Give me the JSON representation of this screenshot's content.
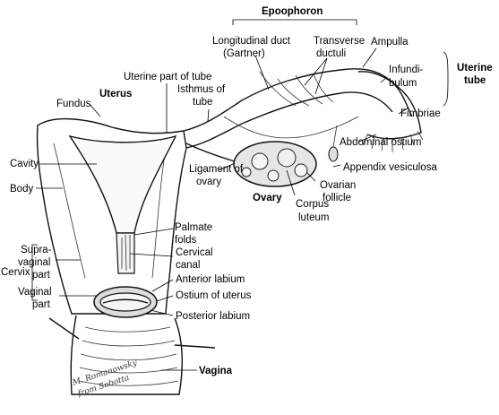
{
  "labels": {
    "epoophoron": "Epoophoron",
    "longitudinal_duct": "Longitudinal duct",
    "gartner": "(Gartner)",
    "transverse": "Transverse",
    "ductuli": "ductuli",
    "ampulla": "Ampulla",
    "infundi": "Infundi-",
    "bulum": "bulum",
    "uterine_tube_1": "Uterine",
    "uterine_tube_2": "tube",
    "fimbriae": "Fimbriae",
    "uterine_part_of_tube": "Uterine part of tube",
    "isthmus_1": "Isthmus of",
    "isthmus_2": "tube",
    "fundus": "Fundus",
    "uterus": "Uterus",
    "abdominal_ostium": "Abdominal ostium",
    "appendix_vesiculosa": "Appendix vesiculosa",
    "cavity": "Cavity",
    "body": "Body",
    "ligament_1": "Ligament of",
    "ligament_2": "ovary",
    "ovary": "Ovary",
    "ovarian_1": "Ovarian",
    "ovarian_2": "follicle",
    "corpus_1": "Corpus",
    "corpus_2": "luteum",
    "palmate_1": "Palmate",
    "palmate_2": "folds",
    "supra_1": "Supra-",
    "supra_2": "vaginal",
    "supra_3": "part",
    "cervical_1": "Cervical",
    "cervical_2": "canal",
    "cervix": "Cervix",
    "anterior_labium": "Anterior labium",
    "vaginal_1": "Vaginal",
    "vaginal_2": "part",
    "ostium_of_uterus": "Ostium of uterus",
    "posterior_labium": "Posterior labium",
    "vagina": "Vagina",
    "signature_1": "M. Romanowsky",
    "signature_2": "from Sobotta"
  }
}
